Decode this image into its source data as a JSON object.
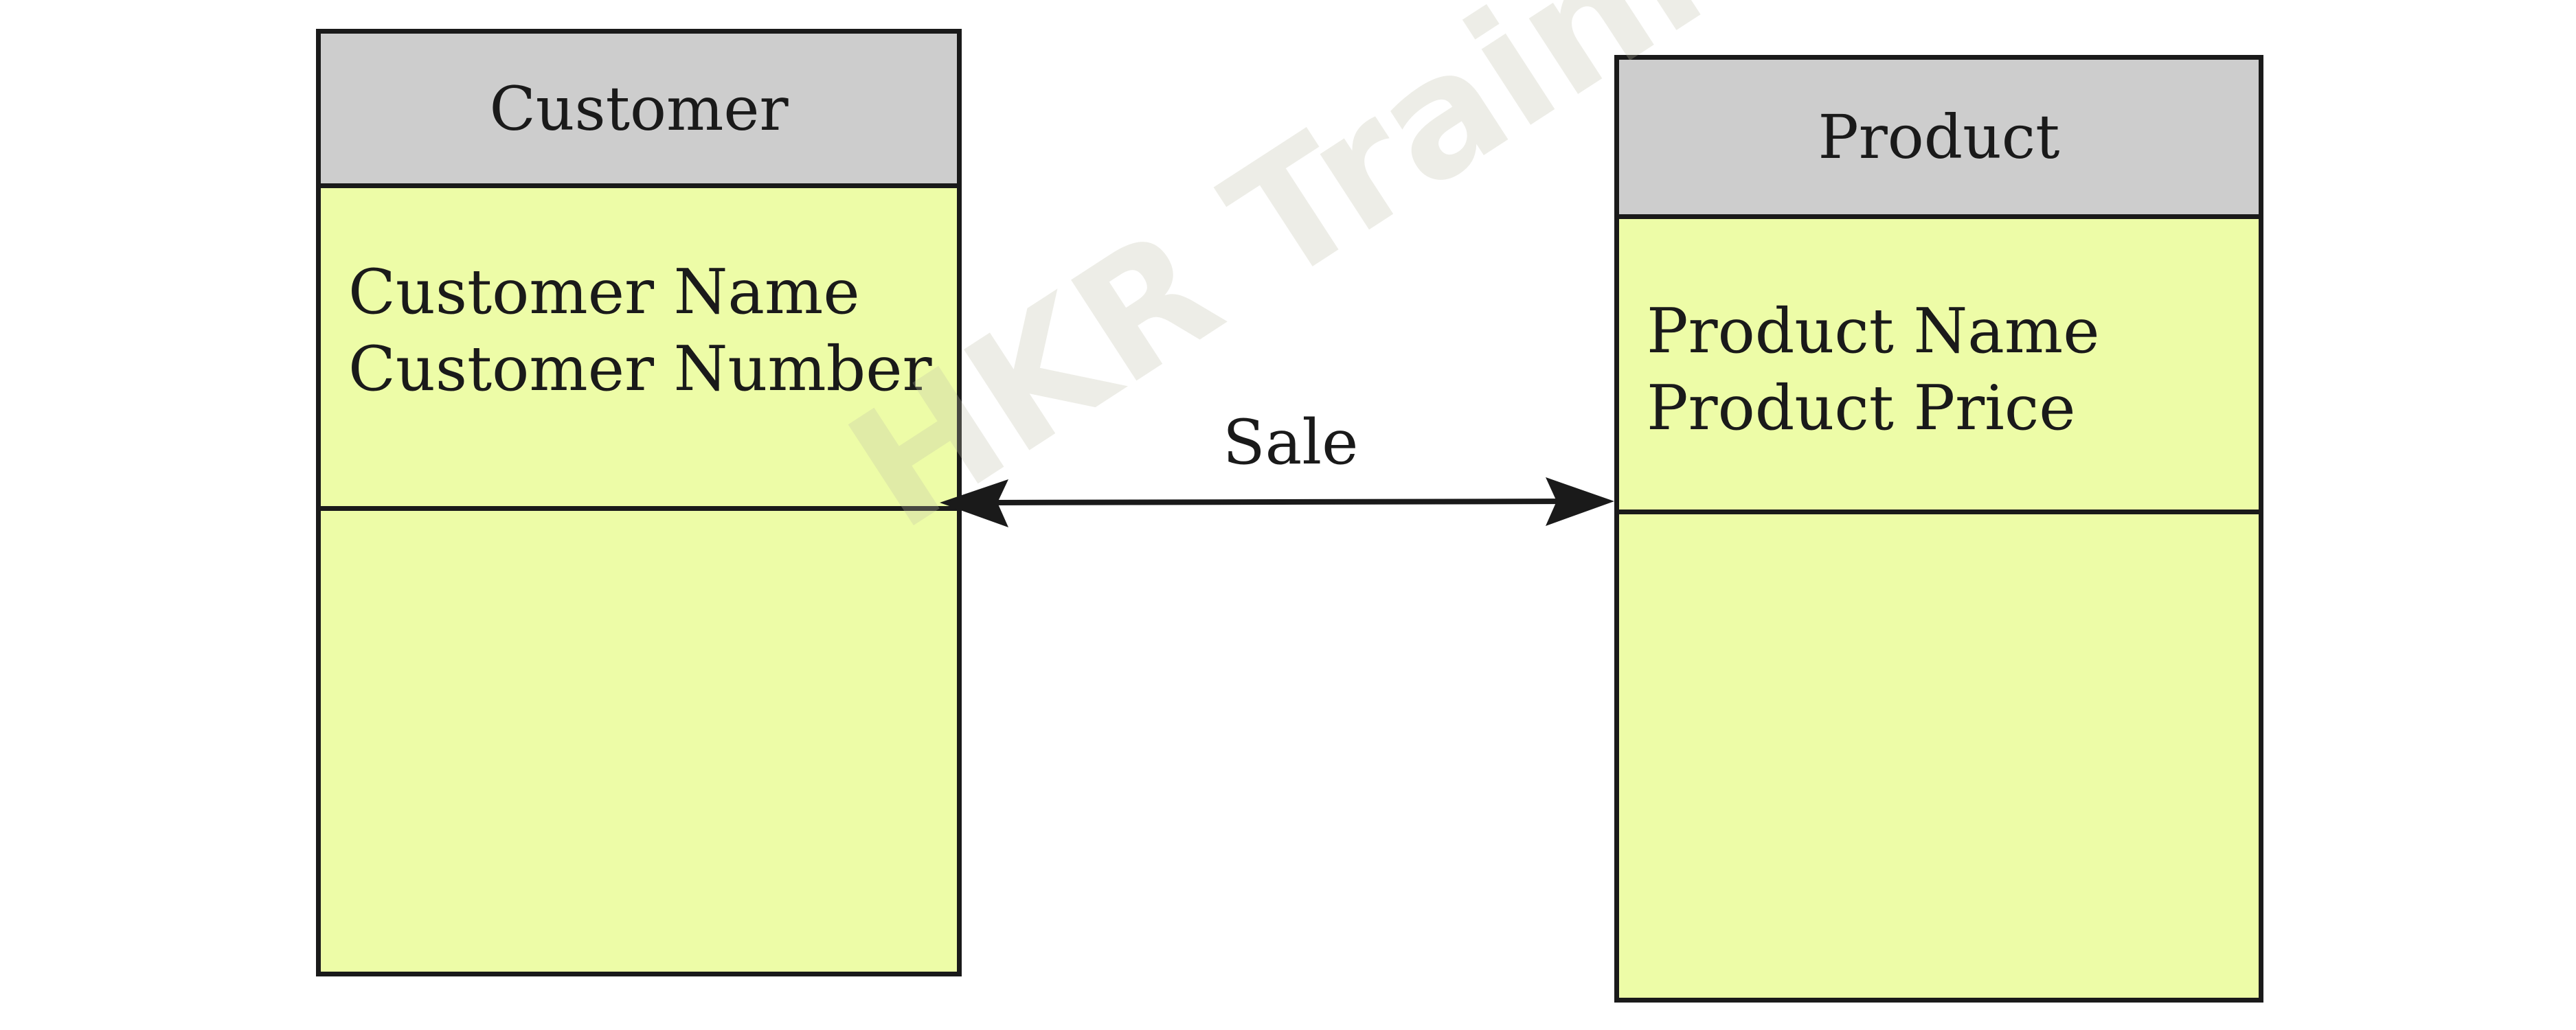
{
  "diagram": {
    "entities": [
      {
        "name": "Customer",
        "attributes": [
          "Customer Name",
          "Customer Number"
        ]
      },
      {
        "name": "Product",
        "attributes": [
          "Product Name",
          "Product Price"
        ]
      }
    ],
    "relationship": {
      "label": "Sale",
      "from": "Customer",
      "to": "Product",
      "direction": "bidirectional"
    },
    "watermark": "HKR Trainings",
    "colors": {
      "header_fill": "#cdcdcd",
      "body_fill": "#edfca7",
      "stroke": "#1a1a1a"
    }
  }
}
